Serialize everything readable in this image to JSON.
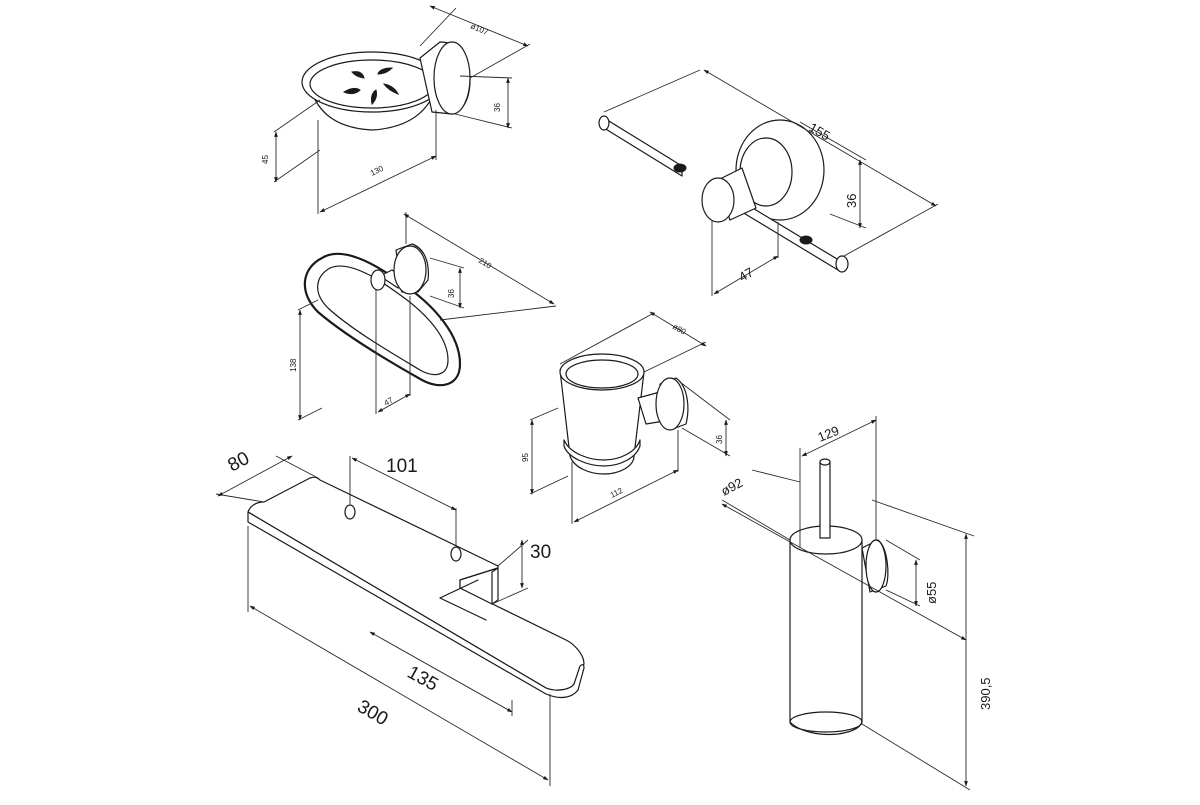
{
  "dimensions": {
    "soap_dish": {
      "dia": "ø107",
      "h1": "36",
      "h2": "45",
      "w": "130"
    },
    "double_hook": {
      "w": "155",
      "h": "36",
      "d": "47"
    },
    "towel_ring": {
      "w": "210",
      "h": "138",
      "d": "47",
      "w2": "36"
    },
    "glass_holder": {
      "dia": "ø80",
      "h": "95",
      "w": "112",
      "w2": "36"
    },
    "paper_holder": {
      "d": "80",
      "holes": "101",
      "h": "30",
      "w": "300",
      "w2": "135"
    },
    "brush_holder": {
      "w": "129",
      "dia1": "ø92",
      "dia2": "ø55",
      "h": "390,5"
    }
  }
}
